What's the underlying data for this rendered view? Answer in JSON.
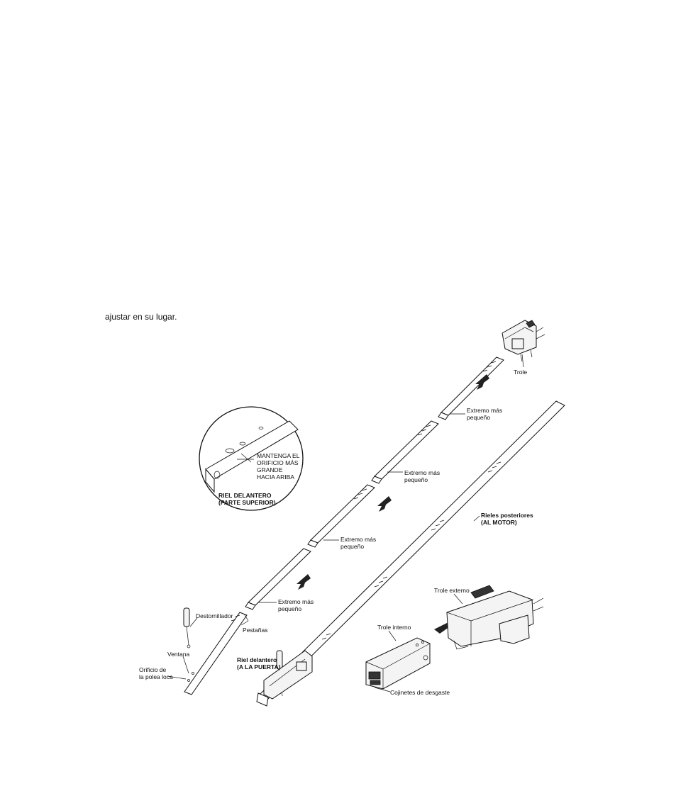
{
  "intro_text": "ajustar en su lugar.",
  "labels": {
    "trole": "Trole",
    "extremo_1": [
      "Extremo más",
      "pequeño"
    ],
    "extremo_2": [
      "Extremo más",
      "pequeño"
    ],
    "extremo_3": [
      "Extremo más",
      "pequeño"
    ],
    "extremo_4": [
      "Extremo más",
      "pequeño"
    ],
    "mantenga": [
      "MANTENGA EL",
      "ORIFICIO MÁS",
      "GRANDE",
      "HACIA ARIBA"
    ],
    "riel_delantero_superior": [
      "RIEL DELANTERO",
      "(PARTE SUPERIOR)"
    ],
    "rieles_posteriores": [
      "Rieles posteriores",
      "(AL MOTOR)"
    ],
    "destornillador": "Destornillador",
    "pestanas": "Pestañas",
    "ventana": "Ventana",
    "orificio_polea": [
      "Orificio de",
      "la polea loca"
    ],
    "riel_delantero_puerta": [
      "Riel delantero",
      "(A LA PUERTA)"
    ],
    "trole_externo": "Trole externo",
    "trole_interno": "Trole interno",
    "cojinetes": "Cojinetes de desgaste"
  }
}
